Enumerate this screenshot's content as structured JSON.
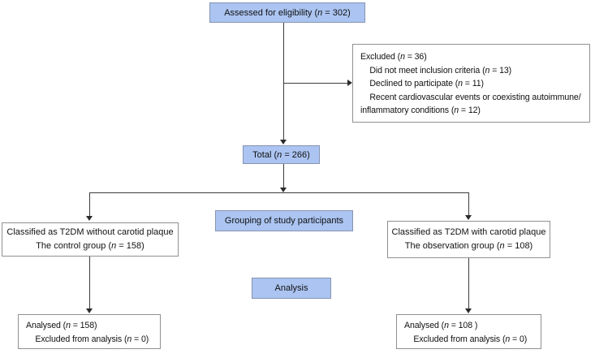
{
  "figure": {
    "type": "flow-diagram",
    "description_colors": {
      "highlight_box_fill": "#abc4f1",
      "highlight_box_border": "#8693b3",
      "plain_box_border": "#909090",
      "connector_line": "#3c3c3c",
      "text": "#111111",
      "background": "#ffffff"
    }
  },
  "boxes": {
    "assessed": {
      "lines": [
        [
          {
            "t": "Assessed for eligibility ("
          },
          {
            "t": "n",
            "i": 1
          },
          {
            "t": " = 302)"
          }
        ]
      ]
    },
    "excluded": {
      "lines": [
        [
          {
            "t": "Excluded ("
          },
          {
            "t": "n",
            "i": 1
          },
          {
            "t": " = 36)"
          }
        ],
        [
          {
            "t": "    Did not meet inclusion criteria ("
          },
          {
            "t": "n",
            "i": 1
          },
          {
            "t": " = 13)"
          }
        ],
        [
          {
            "t": "    Declined to participate ("
          },
          {
            "t": "n",
            "i": 1
          },
          {
            "t": " = 11)"
          }
        ],
        [
          {
            "t": "    Recent cardiovascular events or coexisting autoimmune/"
          }
        ],
        [
          {
            "t": "inflammatory conditions ("
          },
          {
            "t": "n",
            "i": 1
          },
          {
            "t": " = 12)"
          }
        ]
      ]
    },
    "total": {
      "lines": [
        [
          {
            "t": "Total ("
          },
          {
            "t": "n",
            "i": 1
          },
          {
            "t": " = 266)"
          }
        ]
      ]
    },
    "grouping": {
      "lines": [
        [
          {
            "t": "Grouping of study participants"
          }
        ]
      ]
    },
    "left_group": {
      "lines": [
        [
          {
            "t": "Classified as T2DM without carotid plaque"
          }
        ],
        [
          {
            "t": "The control group ("
          },
          {
            "t": "n",
            "i": 1
          },
          {
            "t": " = 158)"
          }
        ]
      ]
    },
    "right_group": {
      "lines": [
        [
          {
            "t": "Classified as T2DM with carotid plaque"
          }
        ],
        [
          {
            "t": "The observation group ("
          },
          {
            "t": "n",
            "i": 1
          },
          {
            "t": " = 108)"
          }
        ]
      ]
    },
    "analysis": {
      "lines": [
        [
          {
            "t": "Analysis"
          }
        ]
      ]
    },
    "analysed_left": {
      "lines": [
        [
          {
            "t": "Analysed ("
          },
          {
            "t": "n",
            "i": 1
          },
          {
            "t": " = 158)"
          }
        ],
        [
          {
            "t": "    Excluded from analysis ("
          },
          {
            "t": "n",
            "i": 1
          },
          {
            "t": " = 0)"
          }
        ]
      ]
    },
    "analysed_right": {
      "lines": [
        [
          {
            "t": "Analysed ("
          },
          {
            "t": "n",
            "i": 1
          },
          {
            "t": " = 108 )"
          }
        ],
        [
          {
            "t": "    Excluded from analysis ("
          },
          {
            "t": "n",
            "i": 1
          },
          {
            "t": " = 0)"
          }
        ]
      ]
    }
  }
}
